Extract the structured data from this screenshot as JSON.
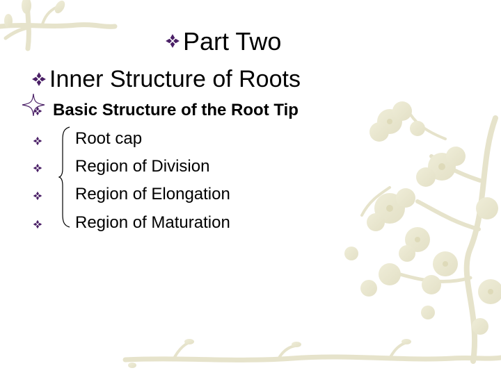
{
  "slide": {
    "title": "Part Two",
    "heading": "Inner Structure of Roots",
    "subheading": "Basic Structure of the Root Tip",
    "items": [
      "Root cap",
      "Region of Division",
      "Region of Elongation",
      "Region of Maturation"
    ]
  },
  "icons": {
    "bullet": "diamond-bullet-icon",
    "star": "sparkle-star-icon",
    "brace": "left-curly-brace",
    "background": "plum-blossom-branch-decoration"
  },
  "colors": {
    "background": "#ffffff",
    "text": "#000000",
    "bullet": "#4a1f66",
    "decoration": "#e8e6cf",
    "decoration_dark": "#ddd9bd"
  }
}
